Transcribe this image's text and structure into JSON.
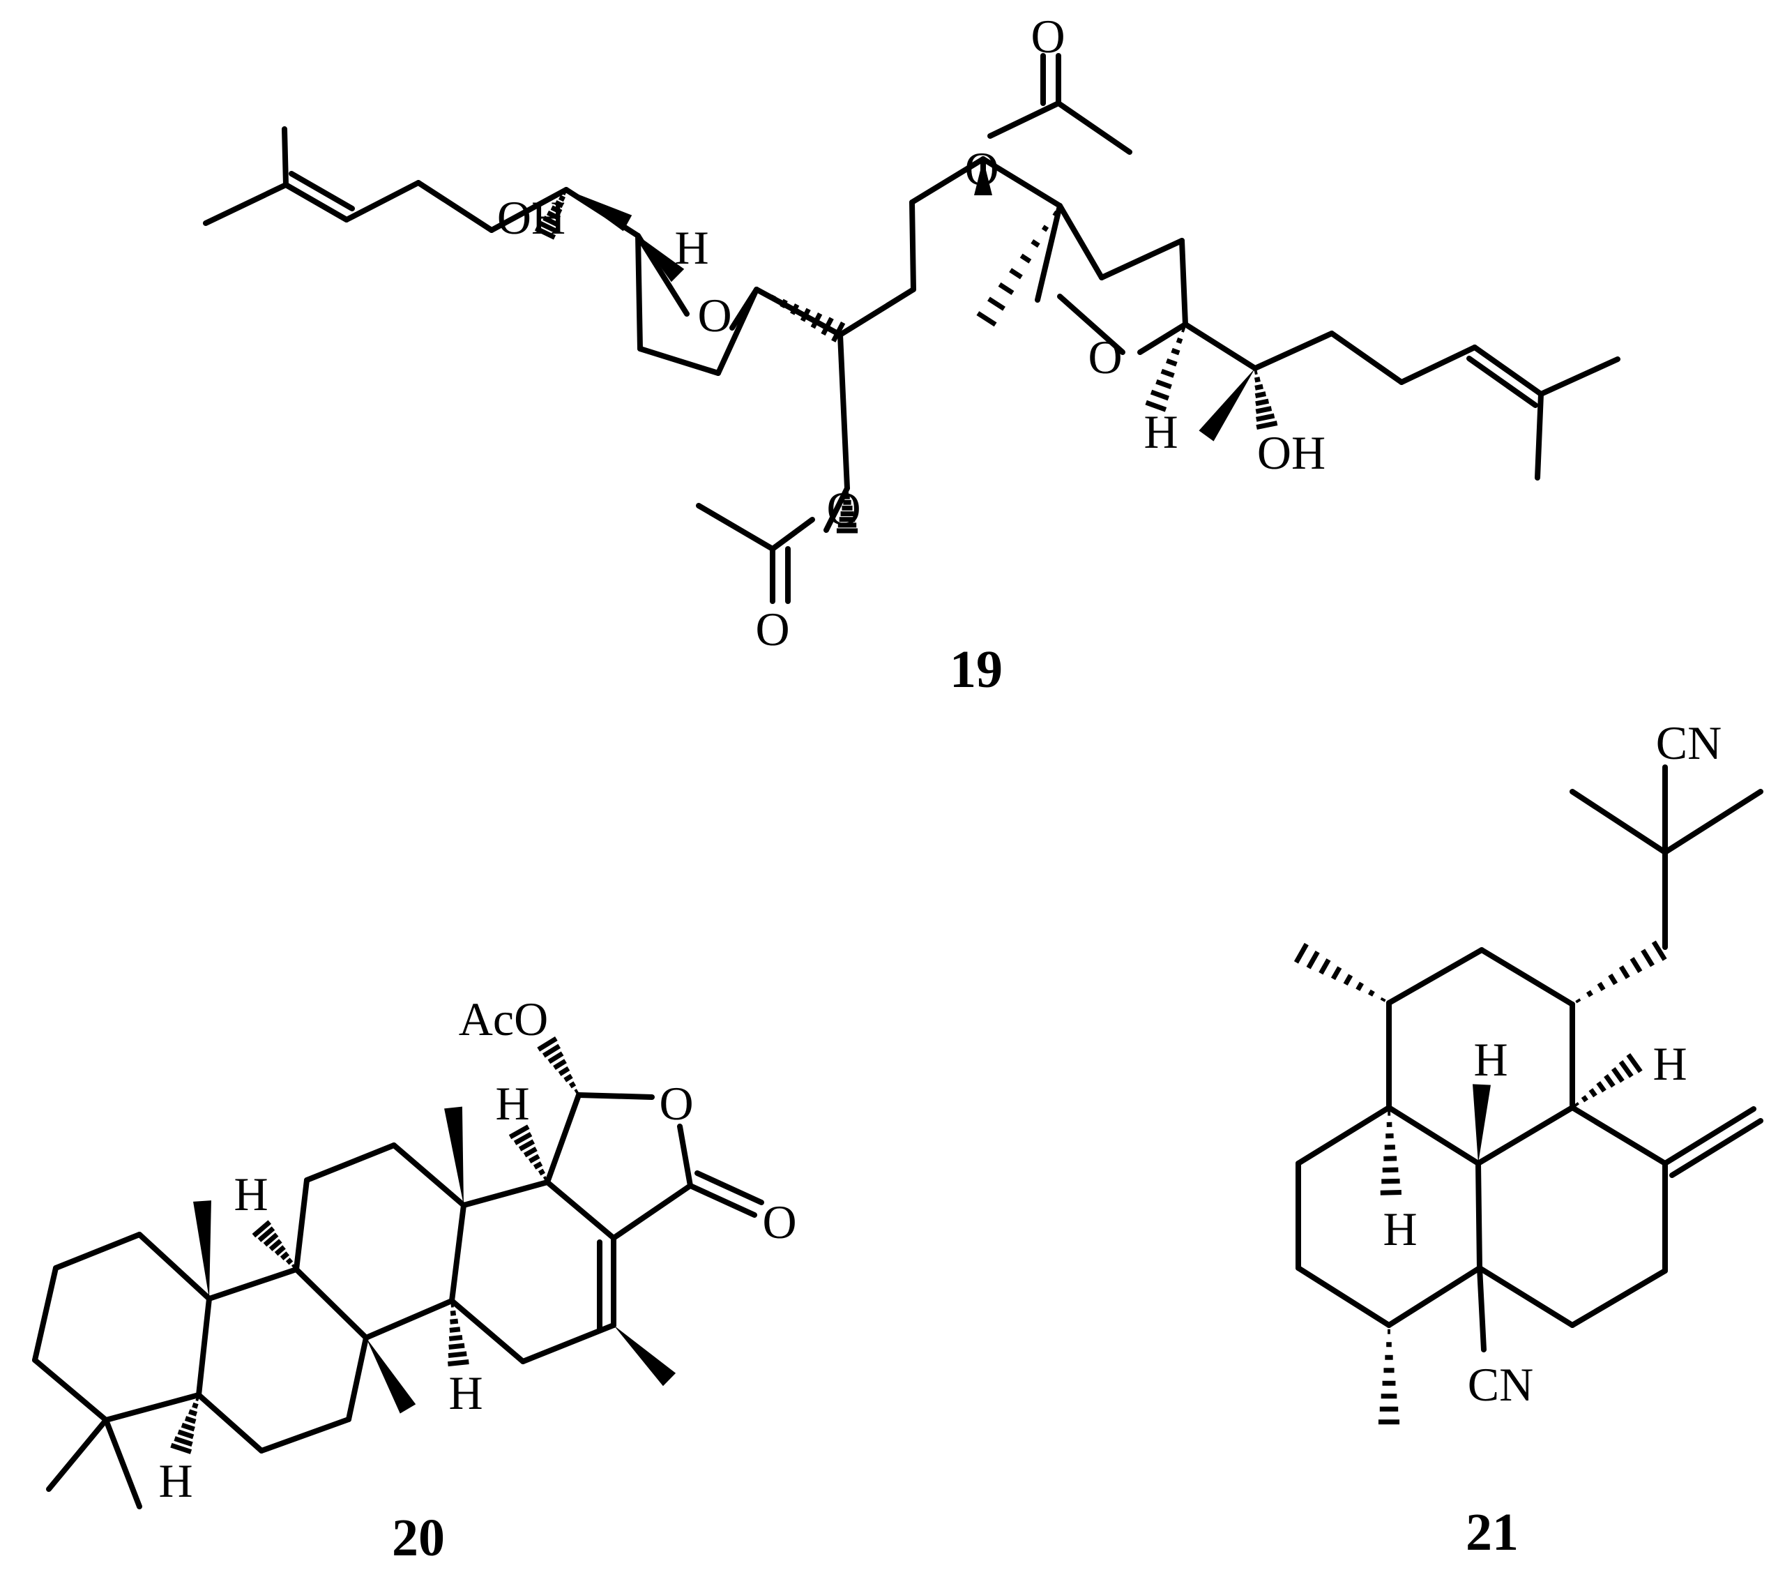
{
  "compounds": [
    {
      "id": "compound-19",
      "label": "19"
    },
    {
      "id": "compound-20",
      "label": "20"
    },
    {
      "id": "compound-21",
      "label": "21"
    }
  ],
  "atom_labels": {
    "oxygen": "O",
    "hydrogen": "H",
    "hydroxyl": "OH",
    "acetoxy": "AcO",
    "nitrile": "CN"
  }
}
